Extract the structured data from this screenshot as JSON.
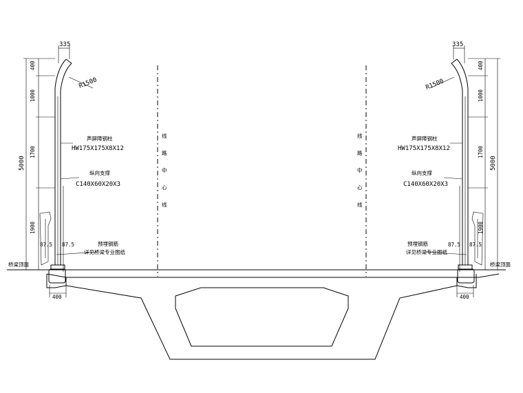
{
  "dims": {
    "top_width": "335",
    "radius": "R1500",
    "seg_1": "400",
    "seg_2": "1000",
    "seg_3": "1700",
    "seg_4": "1900",
    "total_height": "5000",
    "offset_a": "87.5",
    "offset_b": "87.5",
    "base_width": "400"
  },
  "labels": {
    "post_title": "声屏障钢柱",
    "post_spec": "HW175X175X8X12",
    "brace_title": "纵向支撑",
    "brace_spec": "C140X60X20X3",
    "rebar_title": "预埋钢筋",
    "rebar_sub": "详见桥梁专业图纸",
    "deck_level": "桥梁顶面",
    "centerline": [
      "线",
      "路",
      "中",
      "心",
      "线"
    ]
  }
}
